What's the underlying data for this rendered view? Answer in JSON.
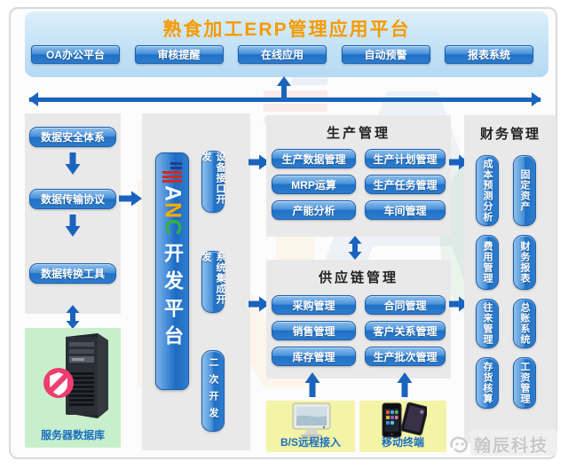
{
  "header": {
    "title": "熟食加工ERP管理应用平台",
    "buttons": [
      "OA办公平台",
      "审核提醒",
      "在线应用",
      "自动预警",
      "报表系统"
    ]
  },
  "security": {
    "items": [
      "数据安全体系",
      "数据传输协议",
      "数据转换工具"
    ],
    "database_label": "服务器数据库"
  },
  "platform": {
    "logo": {
      "a": "A",
      "n": "N",
      "c": "C"
    },
    "label": "开发平台",
    "services": [
      "设备接口开发",
      "系统集成开发",
      "二次开发"
    ]
  },
  "production": {
    "title": "生产管理",
    "modules": [
      "生产数据管理",
      "生产计划管理",
      "MRP运算",
      "生产任务管理",
      "产能分析",
      "车间管理"
    ]
  },
  "supply_chain": {
    "title": "供应链管理",
    "modules": [
      "采购管理",
      "合同管理",
      "销售管理",
      "客户关系管理",
      "库存管理",
      "生产批次管理"
    ]
  },
  "finance": {
    "title": "财务管理",
    "modules": [
      "成本预测分析",
      "固定资产",
      "费用管理",
      "财务报表",
      "往来管理",
      "总账系统",
      "存货核算",
      "工资管理"
    ]
  },
  "access": {
    "bs_label": "B/S远程接入",
    "mobile_label": "移动终端"
  },
  "brand": {
    "watermark": "翰辰科技"
  },
  "icons": {
    "server": "server-tower-icon",
    "shield": "shield-block-badge-icon",
    "monitor": "desktop-monitor-icon",
    "mobile": "mobile-devices-icon",
    "brand": "brand-logo-swirl-icon"
  },
  "colors": {
    "title_orange": "#f59b00",
    "button_blue": "#2071c6",
    "arrow_blue": "#1a64be",
    "panel_gray": "#e9e9e9",
    "green_box": "#c8efcb",
    "yellow_box": "#f4f4a6",
    "badge_pink": "#ee3d6e",
    "label_blue": "#1b6ec0"
  }
}
